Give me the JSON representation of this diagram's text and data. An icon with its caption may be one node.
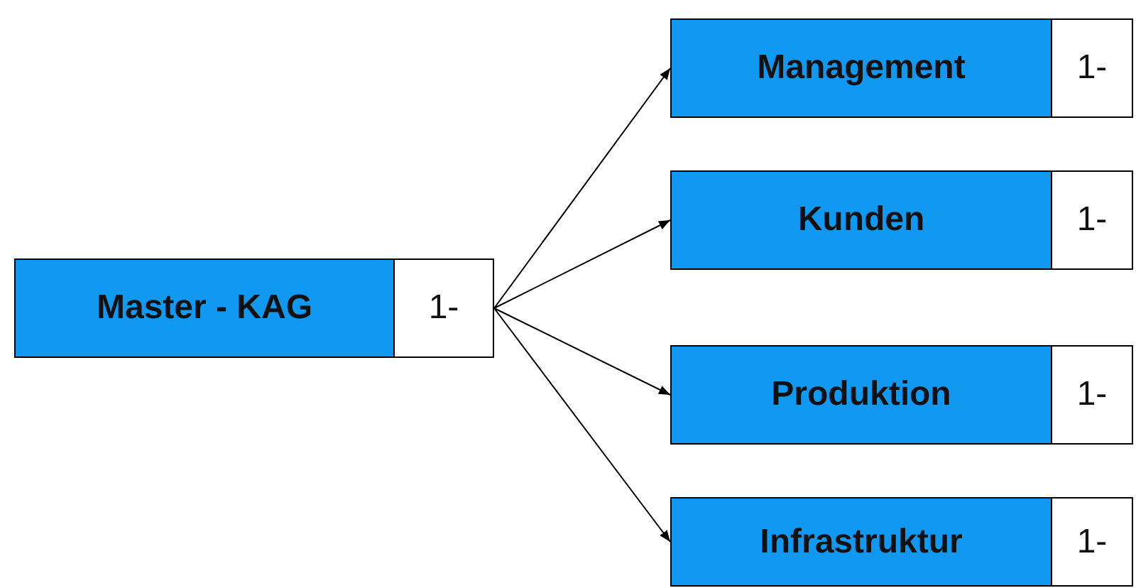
{
  "diagram": {
    "nodes": [
      {
        "text": [
          "Master - KAG"
        ]
      },
      {
        "text": [
          "1-"
        ]
      },
      {
        "text": [
          "Management"
        ]
      },
      {
        "text": [
          "1-"
        ]
      },
      {
        "text": [
          "Kunden"
        ]
      },
      {
        "text": [
          "1-"
        ]
      },
      {
        "text": [
          "Produktion"
        ]
      },
      {
        "text": [
          "1-"
        ]
      },
      {
        "text": [
          "Infrastruktur"
        ]
      },
      {
        "text": [
          "1-"
        ]
      }
    ],
    "edges": [
      {
        "from": 1,
        "to": 2,
        "arrow": "to"
      },
      {
        "from": 1,
        "to": 4,
        "arrow": "to"
      },
      {
        "from": 1,
        "to": 6,
        "arrow": "to"
      },
      {
        "from": 1,
        "to": 8,
        "arrow": "to"
      }
    ]
  }
}
